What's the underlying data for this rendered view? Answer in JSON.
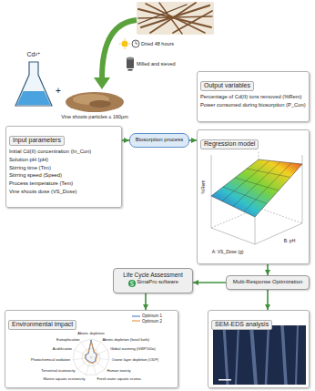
{
  "diagram": {
    "nodes": [
      {
        "text": [
          "Input parameters",
          "Initial Cd(II) concentration (In_Con)",
          "Solution pH (pH)",
          "Stirring time (Tim)",
          "Stirring speed (Speed)",
          "Process temperature (Tem)",
          "Vine shoots dose (VS_Dose)"
        ]
      },
      {
        "text": [
          "Biosorption process"
        ]
      },
      {
        "text": [
          "Output variables",
          "Percentage of Cd(II) ions removed (%Rem)",
          "Power consumed during biosorption (P_Con)"
        ]
      },
      {
        "text": [
          "Regression model"
        ]
      },
      {
        "text": [
          "Multi-Response Optimization"
        ]
      },
      {
        "text": [
          "Life Cycle Assessment",
          "SimaPro software"
        ]
      },
      {
        "text": [
          "Environmental impact"
        ]
      },
      {
        "text": [
          "SEM-EDS analysis"
        ]
      }
    ],
    "edges": [
      {
        "from": 0,
        "to": 1,
        "arrow": "to"
      },
      {
        "from": 1,
        "to": 3,
        "arrow": "to"
      },
      {
        "from": 3,
        "to": 4,
        "arrow": "to"
      },
      {
        "from": 4,
        "to": 5,
        "arrow": "to"
      },
      {
        "from": 4,
        "to": 7,
        "arrow": "to"
      },
      {
        "from": 5,
        "to": 6,
        "arrow": "to"
      }
    ],
    "labels": [
      "Cd²⁺",
      "+",
      "Dried 48 hours",
      "Milled and sieved",
      "Vine shoots particles ≤ 160µm",
      "%Rem",
      "A: VS_Dose (g)",
      "B: pH",
      "Abiotic depletion",
      "Abiotic depletion (fossil fuels)",
      "Global warming (GWP100a)",
      "Ozone layer depletion (ODP)",
      "Human toxicity",
      "Fresh water aquatic ecotox.",
      "Marine aquatic ecotoxicity",
      "Terrestrial ecotoxicity",
      "Photochemical oxidation",
      "Acidification",
      "Eutrophication"
    ],
    "legend": [
      {
        "text": "Optimum 1"
      },
      {
        "text": "Optimum 2"
      }
    ]
  }
}
